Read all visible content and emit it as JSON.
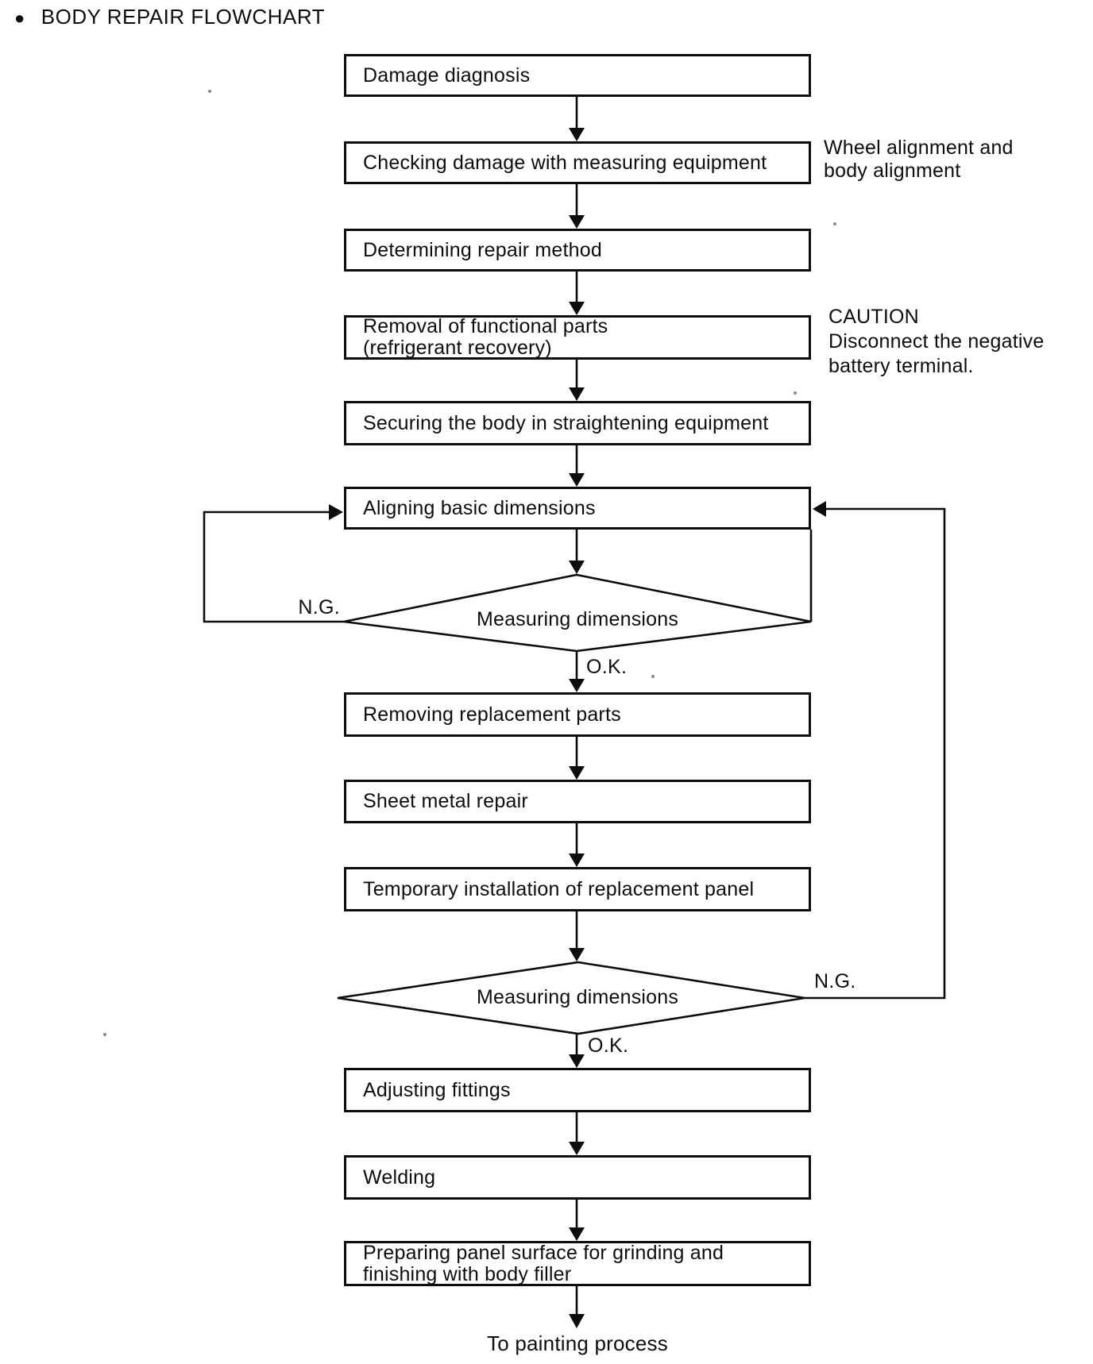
{
  "colors": {
    "ink": "#0d0d0d",
    "paper": "#ffffff"
  },
  "title": {
    "bullet": "●",
    "text": "BODY REPAIR FLOWCHART"
  },
  "flowchart": {
    "boxes": {
      "damage_diagnosis": "Damage diagnosis",
      "checking_damage": "Checking damage with measuring equipment",
      "determining_method": "Determining repair method",
      "removal_functional_line1": "Removal of functional parts",
      "removal_functional_line2": "(refrigerant recovery)",
      "securing_body": "Securing the body in straightening equipment",
      "aligning_dimensions": "Aligning basic dimensions",
      "removing_parts": "Removing replacement parts",
      "sheet_metal": "Sheet metal repair",
      "temporary_installation": "Temporary installation of replacement panel",
      "adjusting_fittings": "Adjusting fittings",
      "welding": "Welding",
      "preparing_panel_line1": "Preparing panel surface for grinding and",
      "preparing_panel_line2": "finishing with body filler"
    },
    "decisions": {
      "measuring_1": "Measuring dimensions",
      "measuring_2": "Measuring dimensions"
    },
    "edge_labels": {
      "ng_1": "N.G.",
      "ok_1": "O.K.",
      "ng_2": "N.G.",
      "ok_2": "O.K."
    },
    "annotations": {
      "wheel_line1": "Wheel alignment and",
      "wheel_line2": "body alignment",
      "caution_line1": "CAUTION",
      "caution_line2": "Disconnect the negative",
      "caution_line3": "battery terminal."
    },
    "terminal": "To painting process"
  }
}
